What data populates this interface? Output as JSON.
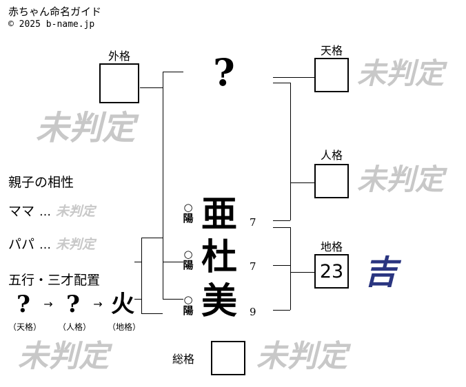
{
  "header": {
    "title": "赤ちゃん命名ガイド",
    "copyright": "© 2025 b-name.jp"
  },
  "labels": {
    "gekaku": "外格",
    "tenkaku": "天格",
    "jinkaku": "人格",
    "chikaku": "地格",
    "soukaku": "総格"
  },
  "verdicts": {
    "undetermined": "未判定",
    "lucky": "吉"
  },
  "kaku": {
    "gekaku": {
      "label": "外格",
      "value": "",
      "verdict": "未判定"
    },
    "tenkaku": {
      "label": "天格",
      "value": "",
      "verdict": "未判定"
    },
    "jinkaku": {
      "label": "人格",
      "value": "",
      "verdict": "未判定"
    },
    "chikaku": {
      "label": "地格",
      "value": "23",
      "verdict": "吉"
    },
    "soukaku": {
      "label": "総格",
      "value": "",
      "verdict": "未判定"
    }
  },
  "name": {
    "surname_placeholder": "?",
    "characters": [
      {
        "char": "亜",
        "strokes": "7",
        "mark": "○",
        "polarity": "陽"
      },
      {
        "char": "杜",
        "strokes": "7",
        "mark": "○",
        "polarity": "陽"
      },
      {
        "char": "美",
        "strokes": "9",
        "mark": "○",
        "polarity": "陽"
      }
    ]
  },
  "compatibility": {
    "title": "親子の相性",
    "rows": [
      {
        "label": "ママ",
        "dots": "…",
        "value": "未判定"
      },
      {
        "label": "パパ",
        "dots": "…",
        "value": "未判定"
      }
    ]
  },
  "gogyo": {
    "title": "五行・三才配置",
    "arrow": "→",
    "elements": [
      {
        "symbol": "?",
        "caption": "（天格）"
      },
      {
        "symbol": "?",
        "caption": "（人格）"
      },
      {
        "symbol": "火",
        "caption": "（地格）"
      }
    ]
  },
  "watermarks": {
    "gekaku_area": "未判定",
    "bottom_left": "未判定"
  },
  "colors": {
    "undetermined": "#c8c8c8",
    "lucky": "#2a3580",
    "line": "#000000",
    "text": "#000000"
  }
}
